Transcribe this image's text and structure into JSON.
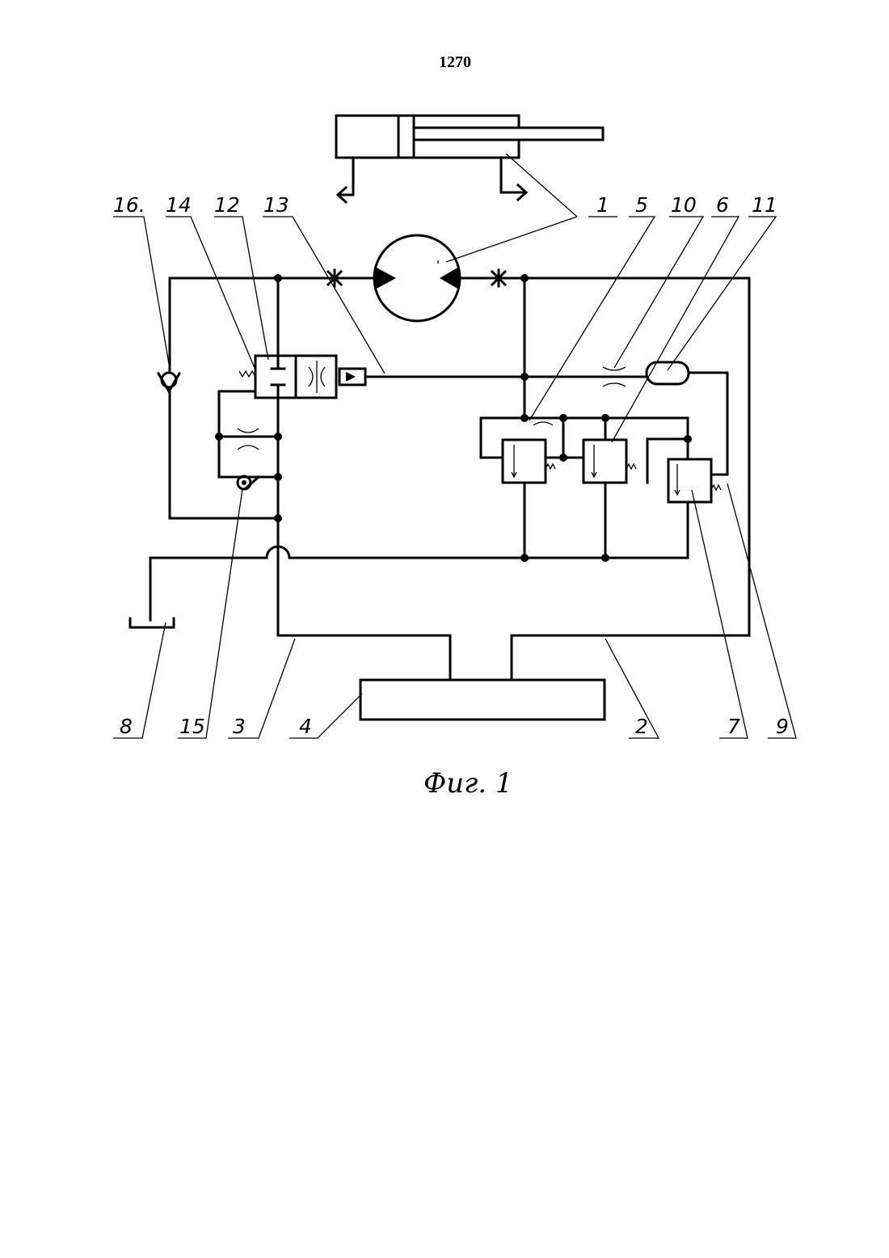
{
  "page": {
    "number": "1270"
  },
  "figure": {
    "caption": "Фиг. 1"
  },
  "labels": {
    "l1": "1",
    "l2": "2",
    "l3": "3",
    "l4": "4",
    "l5": "5",
    "l6": "6",
    "l7": "7",
    "l8": "8",
    "l9": "9",
    "l10": "10",
    "l11": "11",
    "l12": "12",
    "l13": "13",
    "l14": "14",
    "l15": "15",
    "l16": "16."
  }
}
